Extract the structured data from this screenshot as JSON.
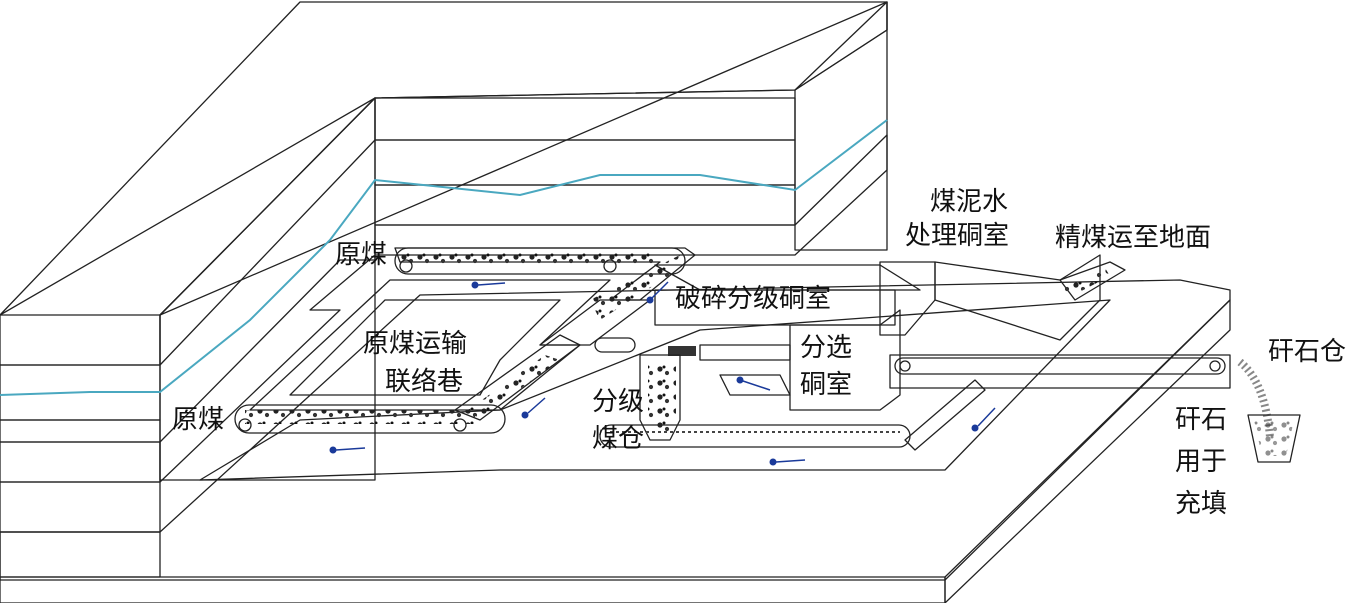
{
  "labels": {
    "raw_coal_top": "原煤",
    "raw_coal_bottom": "原煤",
    "raw_coal_roadway_line1": "原煤运输",
    "raw_coal_roadway_line2": "联络巷",
    "crushing_chamber": "破碎分级硐室",
    "slime_water_line1": "煤泥水",
    "slime_water_line2": "处理硐室",
    "clean_coal": "精煤运至地面",
    "separation_line1": "分选",
    "separation_line2": "硐室",
    "grading_bunker_line1": "分级",
    "grading_bunker_line2": "煤仓",
    "gangue_bin": "矸石仓",
    "gangue_fill_line1": "矸石",
    "gangue_fill_line2": "用于",
    "gangue_fill_line3": "充填"
  },
  "colors": {
    "coal_seam": "#555555",
    "water_line": "#4aa8c0",
    "dash_blue": "#4a8fd0",
    "dash_purple": "#9a5aa8",
    "dash_yellow": "#e0b840",
    "grass": "#66bb44",
    "dots": "#2244aa",
    "arrow": "#1a3a9a"
  }
}
